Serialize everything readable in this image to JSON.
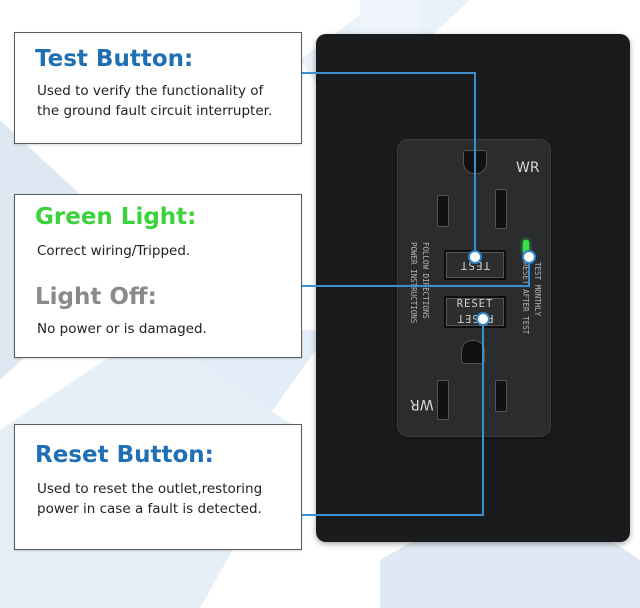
{
  "colors": {
    "title_blue": "#1f6fb5",
    "green_light": "#3ad33a",
    "light_off": "#8a8a8a",
    "connector": "#3a8fd0",
    "led": "#35e04a"
  },
  "cards": {
    "test": {
      "title": "Test Button:",
      "body_line1": "Used to verify the functionality of",
      "body_line2": "the ground fault circuit interrupter."
    },
    "light": {
      "green_title": "Green Light:",
      "green_body": "Correct wiring/Tripped.",
      "off_title": "Light Off:",
      "off_body": "No power or is damaged."
    },
    "reset": {
      "title": "Reset Button:",
      "body_line1": "Used to reset the outlet,restoring",
      "body_line2": "power in case a fault is detected."
    }
  },
  "outlet": {
    "wr_top": "WR",
    "wr_bottom": "WR",
    "test_label": "TEST",
    "reset_label": "RESET",
    "side_left_1": "FOLLOW DIRECTIONS",
    "side_left_2": "POWER INSTRUCTIONS",
    "side_right_1": "TEST MONTHLY",
    "side_right_2": "RESET AFTER TEST"
  }
}
